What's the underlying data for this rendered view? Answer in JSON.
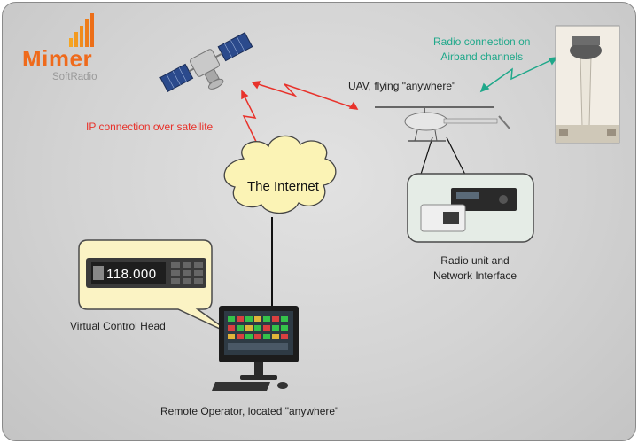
{
  "logo": {
    "name": "Mimer",
    "sub": "SoftRadio"
  },
  "labels": {
    "radio_connection": "Radio connection on Airband channels",
    "radio_connection_line1": "Radio connection on",
    "radio_connection_line2": "Airband channels",
    "uav": "UAV, flying \"anywhere\"",
    "ip_connection": "IP connection over satellite",
    "internet": "The Internet",
    "radio_unit_line1": "Radio unit and",
    "radio_unit_line2": "Network Interface",
    "virtual_control_head": "Virtual Control Head",
    "remote_operator": "Remote Operator, located \"anywhere\""
  },
  "control_head": {
    "frequency": "118.000"
  },
  "colors": {
    "ip_link": "#e8322b",
    "airband_link": "#1fa88a",
    "logo": "#ef6a1b",
    "cloud": "#fbf3b5",
    "callout": "#fbf3c4"
  }
}
